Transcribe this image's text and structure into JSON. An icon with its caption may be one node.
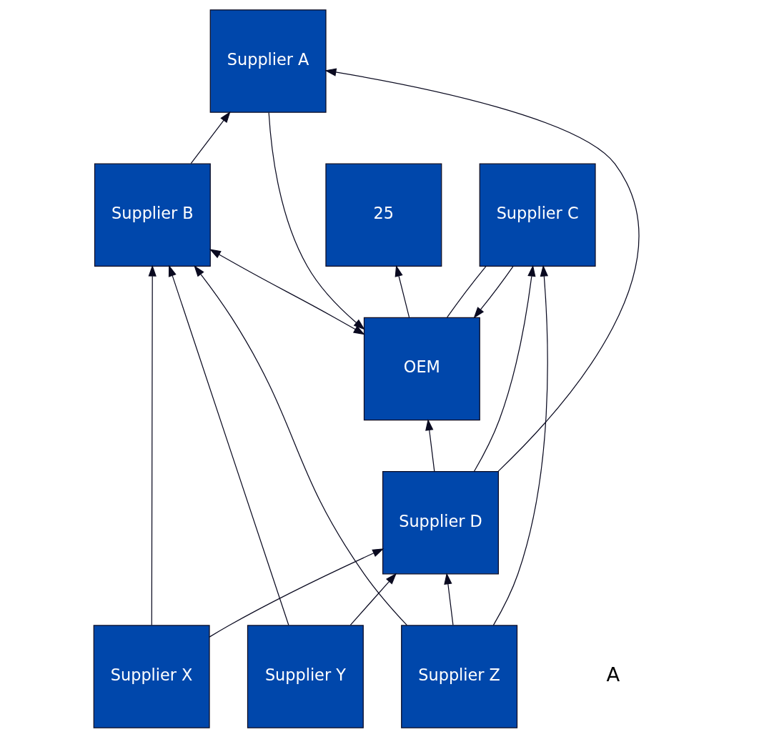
{
  "diagram": {
    "nodes": [
      {
        "text": [
          "OEM"
        ]
      },
      {
        "text": [
          "25"
        ]
      },
      {
        "text": [
          "Supplier C"
        ]
      },
      {
        "text": [
          "Supplier A"
        ]
      },
      {
        "text": [
          "Supplier B"
        ]
      },
      {
        "text": [
          "Supplier D"
        ]
      },
      {
        "text": [
          "Supplier X"
        ]
      },
      {
        "text": [
          "Supplier Y"
        ]
      },
      {
        "text": [
          "Supplier Z"
        ]
      }
    ],
    "edges": [
      {
        "from": 0,
        "to": 1,
        "arrow": "to"
      },
      {
        "from": 2,
        "to": 0,
        "arrow": "to"
      },
      {
        "from": 3,
        "to": 0,
        "arrow": "to"
      },
      {
        "from": 0,
        "to": 4,
        "arrow": "both"
      },
      {
        "from": 0,
        "to": 2,
        "arrow": "none"
      },
      {
        "from": 5,
        "to": 0,
        "arrow": "to"
      },
      {
        "from": 5,
        "to": 2,
        "arrow": "to"
      },
      {
        "from": 5,
        "to": 3,
        "arrow": "to"
      },
      {
        "from": 4,
        "to": 3,
        "arrow": "to"
      },
      {
        "from": 8,
        "to": 2,
        "arrow": "to"
      },
      {
        "from": 8,
        "to": 4,
        "arrow": "to"
      },
      {
        "from": 8,
        "to": 5,
        "arrow": "to"
      },
      {
        "from": 6,
        "to": 4,
        "arrow": "to"
      },
      {
        "from": 6,
        "to": 5,
        "arrow": "to"
      },
      {
        "from": 7,
        "to": 4,
        "arrow": "to"
      },
      {
        "from": 7,
        "to": 5,
        "arrow": "to"
      }
    ],
    "labels": [
      "A"
    ]
  }
}
